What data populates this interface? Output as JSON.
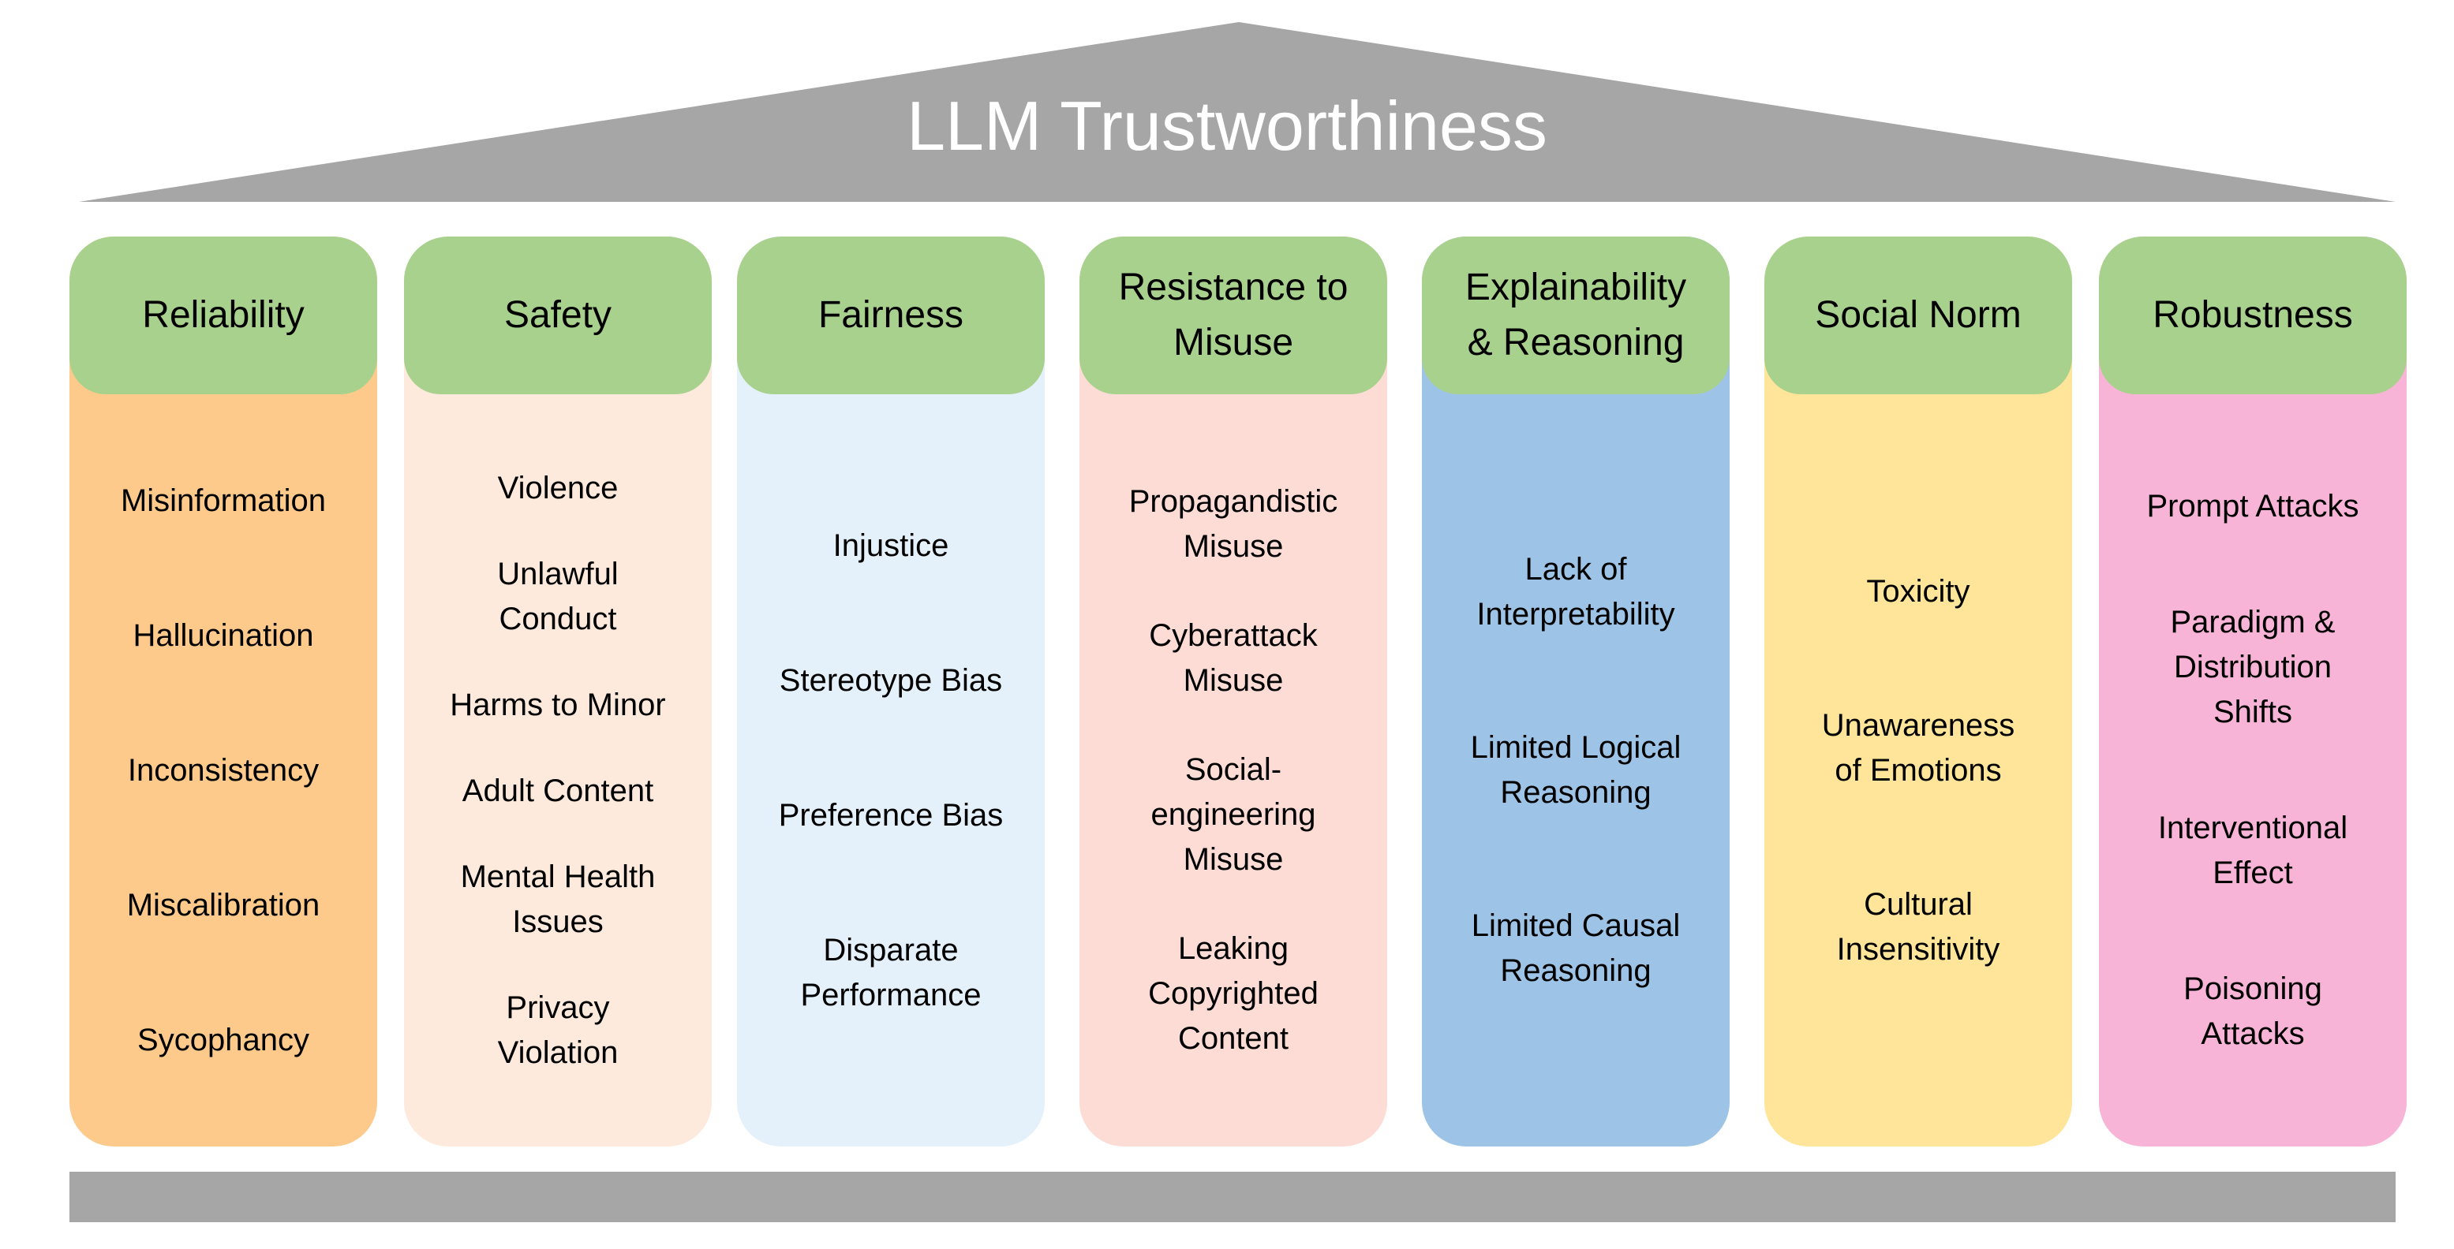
{
  "title": "LLM Trustworthiness",
  "colors": {
    "roof": "#a6a6a6",
    "header": "#a9d18e"
  },
  "pillars": [
    {
      "name": "Reliability",
      "color": "#fdca8c",
      "items": [
        "Misinformation",
        "Hallucination",
        "Inconsistency",
        "Miscalibration",
        "Sycophancy"
      ]
    },
    {
      "name": "Safety",
      "color": "#fdeadc",
      "items": [
        "Violence",
        "Unlawful\nConduct",
        "Harms to Minor",
        "Adult Content",
        "Mental Health\nIssues",
        "Privacy\nViolation"
      ]
    },
    {
      "name": "Fairness",
      "color": "#e4f1fa",
      "items": [
        "Injustice",
        "Stereotype Bias",
        "Preference Bias",
        "Disparate\nPerformance"
      ]
    },
    {
      "name": "Resistance to\nMisuse",
      "color": "#fcdcd4",
      "items": [
        "Propagandistic\nMisuse",
        "Cyberattack\nMisuse",
        "Social-\nengineering\nMisuse",
        "Leaking\nCopyrighted\nContent"
      ]
    },
    {
      "name": "Explainability\n& Reasoning",
      "color": "#9dc3e6",
      "items": [
        "Lack of\nInterpretability",
        "Limited Logical\nReasoning",
        "Limited Causal\nReasoning"
      ]
    },
    {
      "name": "Social Norm",
      "color": "#fee599",
      "items": [
        "Toxicity",
        "Unawareness\nof Emotions",
        "Cultural\nInsensitivity"
      ]
    },
    {
      "name": "Robustness",
      "color": "#f7b4d6",
      "items": [
        "Prompt Attacks",
        "Paradigm &\nDistribution\nShifts",
        "Interventional\nEffect",
        "Poisoning\nAttacks"
      ]
    }
  ]
}
